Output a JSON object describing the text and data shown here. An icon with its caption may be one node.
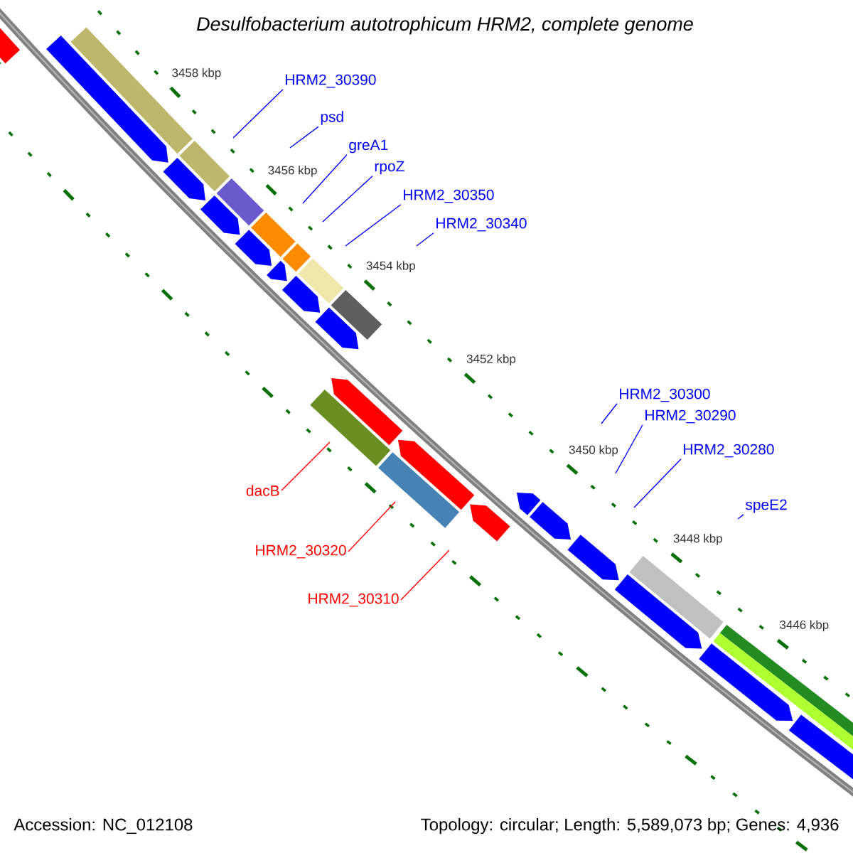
{
  "diagram": {
    "title": "Desulfobacterium autotrophicum HRM2, complete genome",
    "nodes": [
      {
        "text": [
          "HRM2_30390"
        ]
      },
      {
        "text": [
          "psd"
        ]
      },
      {
        "text": [
          "greA1"
        ]
      },
      {
        "text": [
          "rpoZ"
        ]
      },
      {
        "text": [
          "HRM2_30350"
        ]
      },
      {
        "text": [
          "HRM2_30340"
        ]
      },
      {
        "text": [
          "HRM2_30300"
        ]
      },
      {
        "text": [
          "HRM2_30290"
        ]
      },
      {
        "text": [
          "HRM2_30280"
        ]
      },
      {
        "text": [
          "dacB"
        ]
      },
      {
        "text": [
          "speE2"
        ]
      },
      {
        "text": [
          "HRM2_30320"
        ]
      },
      {
        "text": [
          "HRM2_30310"
        ]
      }
    ],
    "edges": [
      {
        "from": 0,
        "to": null,
        "arrow": "none"
      },
      {
        "from": 1,
        "to": null,
        "arrow": "none"
      },
      {
        "from": 2,
        "to": null,
        "arrow": "none"
      },
      {
        "from": 3,
        "to": null,
        "arrow": "none"
      },
      {
        "from": 4,
        "to": null,
        "arrow": "none"
      },
      {
        "from": 5,
        "to": null,
        "arrow": "none"
      },
      {
        "from": 6,
        "to": null,
        "arrow": "none"
      },
      {
        "from": 7,
        "to": null,
        "arrow": "none"
      },
      {
        "from": 8,
        "to": null,
        "arrow": "none"
      },
      {
        "from": 9,
        "to": null,
        "arrow": "none",
        "color": "#ff0000"
      },
      {
        "from": 10,
        "to": null,
        "arrow": "none"
      },
      {
        "from": 11,
        "to": null,
        "arrow": "none",
        "color": "#ff0000"
      },
      {
        "from": 12,
        "to": null,
        "arrow": "none",
        "color": "#ff0000"
      }
    ],
    "labels": [
      "3458 kbp",
      "3456 kbp",
      "3454 kbp",
      "3452 kbp",
      "3450 kbp",
      "3448 kbp",
      "3446 kbp",
      "Accession: NC_012108",
      "Topology: circular; Length: 5,589,073 bp; Genes: 4,936"
    ]
  }
}
